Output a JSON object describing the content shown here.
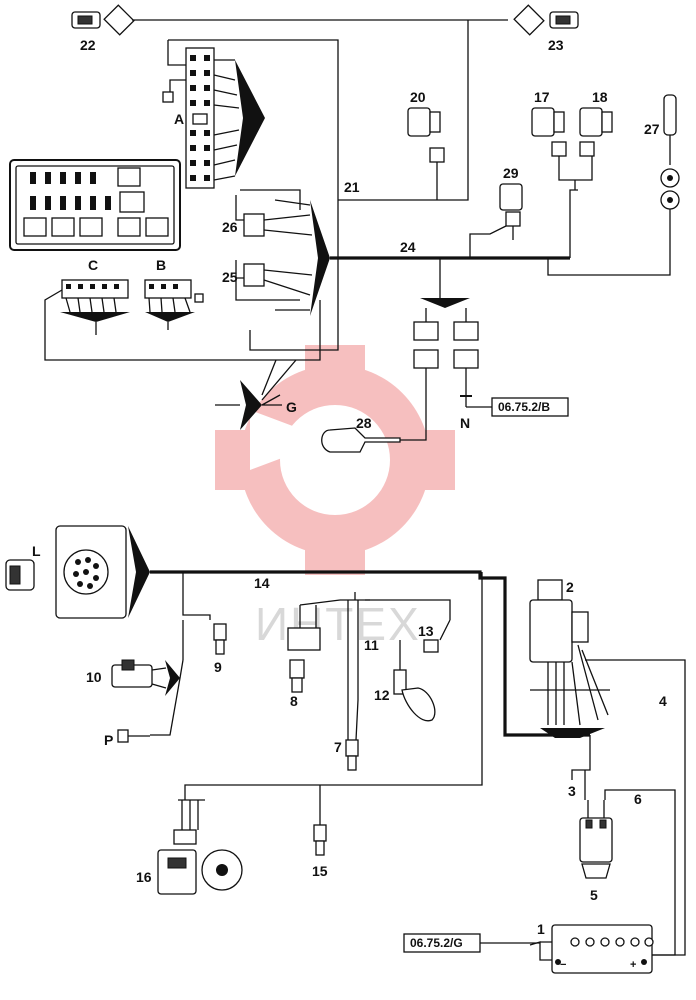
{
  "diagram": {
    "component_labels": {
      "c1": "1",
      "c2": "2",
      "c3": "3",
      "c4": "4",
      "c5": "5",
      "c6": "6",
      "c7": "7",
      "c8": "8",
      "c9": "9",
      "c10": "10",
      "c11": "11",
      "c12": "12",
      "c13": "13",
      "c14": "14",
      "c15": "15",
      "c16": "16",
      "c17": "17",
      "c18": "18",
      "c20": "20",
      "c21": "21",
      "c22": "22",
      "c23": "23",
      "c24": "24",
      "c25": "25",
      "c26": "26",
      "c27": "27",
      "c28": "28",
      "c29": "29"
    },
    "connector_letters": {
      "A": "A",
      "B": "B",
      "C": "C",
      "G": "G",
      "L": "L",
      "N": "N",
      "P": "P"
    },
    "references": {
      "ref_b": "06.75.2/B",
      "ref_g": "06.75.2/G"
    },
    "battery_terminals": {
      "minus": "−",
      "plus": "+"
    },
    "watermark": "ИНТЕХ",
    "colors": {
      "wire": "#111111",
      "watermark_logo": "#e84a4a"
    }
  }
}
